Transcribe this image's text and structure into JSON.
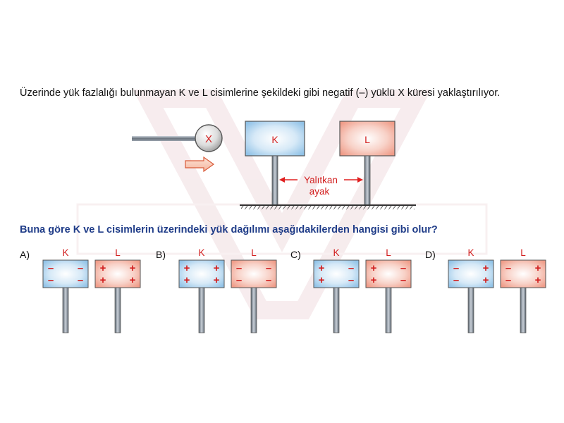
{
  "question": "Üzerinde yük fazlalığı bulunmayan K ve L cisimlerine şekildeki gibi negatif (–) yüklü X küresi yaklaştırılıyor.",
  "sub_question": "Buna göre K ve L cisimlerin üzerindeki yük dağılımı aşağıdakilerden hangisi gibi olur?",
  "diagram": {
    "sphere_label": "X",
    "plate_k_label": "K",
    "plate_l_label": "L",
    "insulator_label_1": "Yalıtkan",
    "insulator_label_2": "ayak"
  },
  "options": [
    {
      "letter": "A)",
      "k_label": "K",
      "l_label": "L",
      "k_charges": [
        "–",
        "–",
        "–",
        "–"
      ],
      "l_charges": [
        "+",
        "+",
        "+",
        "+"
      ]
    },
    {
      "letter": "B)",
      "k_label": "K",
      "l_label": "L",
      "k_charges": [
        "+",
        "+",
        "+",
        "+"
      ],
      "l_charges": [
        "–",
        "–",
        "–",
        "–"
      ]
    },
    {
      "letter": "C)",
      "k_label": "K",
      "l_label": "L",
      "k_charges": [
        "+",
        "–",
        "+",
        "–"
      ],
      "l_charges": [
        "+",
        "–",
        "+",
        "–"
      ]
    },
    {
      "letter": "D)",
      "k_label": "K",
      "l_label": "L",
      "k_charges": [
        "–",
        "+",
        "–",
        "+"
      ],
      "l_charges": [
        "–",
        "+",
        "–",
        "+"
      ]
    }
  ],
  "colors": {
    "k_plate": "#8fc1e6",
    "l_plate": "#ef9a86",
    "label_red": "#d21f1f",
    "sub_question_blue": "#1f3c88",
    "arrow_red": "#e02020",
    "watermark": "#f0dde0"
  }
}
